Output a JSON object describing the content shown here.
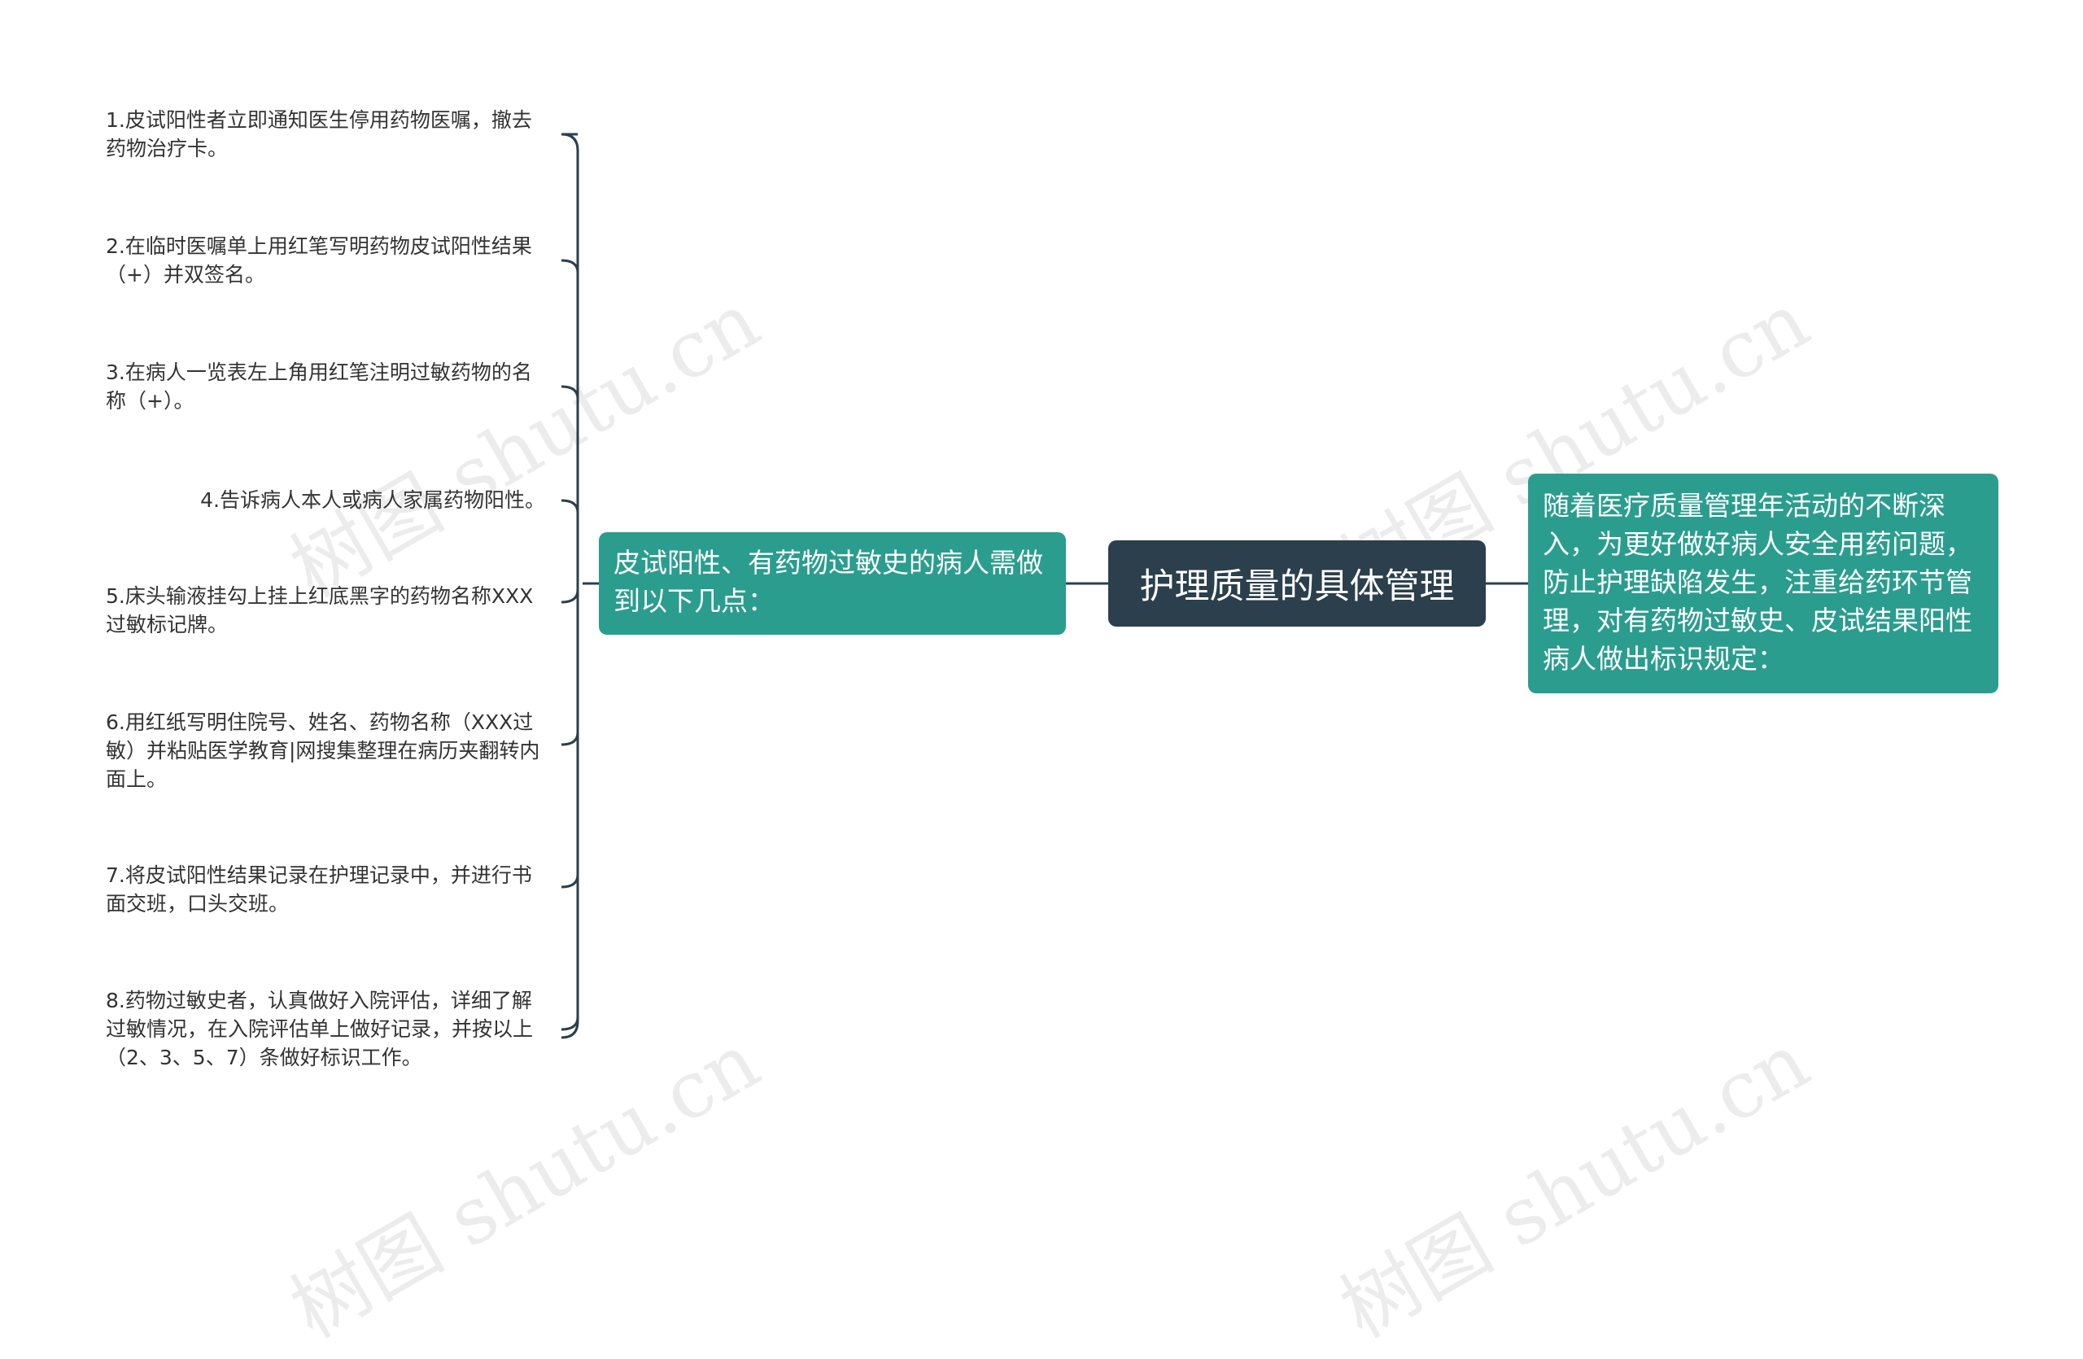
{
  "central_topic": "护理质量的具体管理",
  "right_branch": "随着医疗质量管理年活动的不断深入，为更好做好病人安全用药问题，防止护理缺陷发生，注重给药环节管理，对有药物过敏史、皮试结果阳性病人做出标识规定：",
  "left_branch": "皮试阳性、有药物过敏史的病人需做到以下几点：",
  "items": [
    "1.皮试阳性者立即通知医生停用药物医嘱，撤去药物治疗卡。",
    "2.在临时医嘱单上用红笔写明药物皮试阳性结果（+）并双签名。",
    "3.在病人一览表左上角用红笔注明过敏药物的名称（+）。",
    "4.告诉病人本人或病人家属药物阳性。",
    "5.床头输液挂勾上挂上红底黑字的药物名称XXX过敏标记牌。",
    "6.用红纸写明住院号、姓名、药物名称（XXX过敏）并粘贴医学教育|网搜集整理在病历夹翻转内面上。",
    "7.将皮试阳性结果记录在护理记录中，并进行书面交班，口头交班。",
    "8.药物过敏史者，认真做好入院评估，详细了解过敏情况，在入院评估单上做好记录，并按以上（2、3、5、7）条做好标识工作。"
  ],
  "watermark": "树图 shutu.cn",
  "colors": {
    "central_fill": "#2b3f4c",
    "branch_fill": "#2a9d8f",
    "connector": "#2b3f4c",
    "leaf_text": "#333333"
  }
}
